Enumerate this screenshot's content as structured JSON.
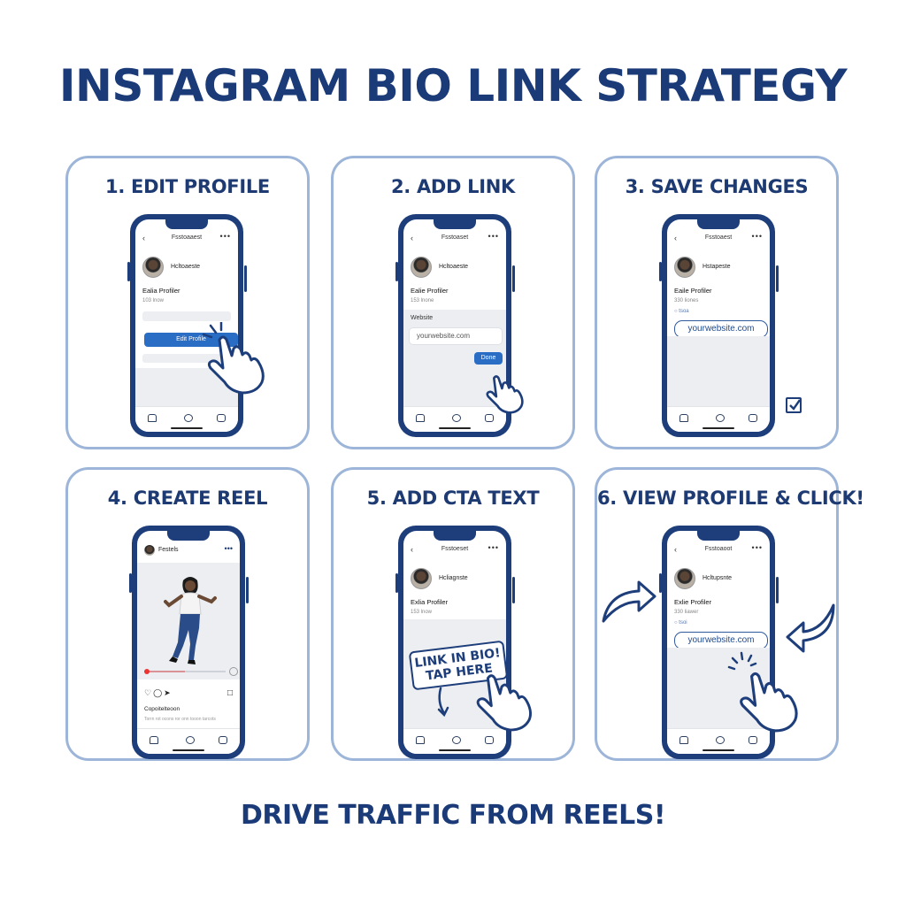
{
  "title": "INSTAGRAM BIO LINK STRATEGY",
  "footer": "DRIVE TRAFFIC FROM REELS!",
  "colors": {
    "accent": "#1d3e7a",
    "panel_border": "#9db5d8",
    "button_blue": "#2a6dc4"
  },
  "steps": [
    {
      "title": "1. EDIT PROFILE",
      "screen_title": "Fsstoaaest",
      "username": "Hcltoaeste",
      "profile_name": "Ealia Profiler",
      "profile_sub": "103 lnow",
      "button": "Edit Profile",
      "icons": [
        "back-icon",
        "more-icon",
        "pointing-hand-icon"
      ]
    },
    {
      "title": "2. ADD LINK",
      "screen_title": "Fsstoaset",
      "username": "Hcltoaeste",
      "profile_name": "Ealie Profiler",
      "profile_sub": "153 lnone",
      "field_label": "Website",
      "field_value": "yourwebsite.com",
      "button": "Done",
      "icons": [
        "back-icon",
        "more-icon",
        "pointing-hand-icon"
      ]
    },
    {
      "title": "3. SAVE CHANGES",
      "screen_title": "Fsstoaest",
      "username": "Hstapeste",
      "profile_name": "Eaile Profiler",
      "profile_sub": "330 liones",
      "small_link": "tsoa",
      "link": "yourwebsite.com",
      "icons": [
        "back-icon",
        "more-icon",
        "checkbox-icon"
      ]
    },
    {
      "title": "4. CREATE REEL",
      "screen_title": "Festels",
      "caption": "Copoitelteoon",
      "caption_sub": "Torrn rot ocons ror onn tooon tarcots",
      "icons": [
        "heart-icon",
        "comment-icon",
        "share-icon",
        "bookmark-icon",
        "more-icon"
      ]
    },
    {
      "title": "5. ADD CTA TEXT",
      "screen_title": "Fsstoeset",
      "username": "Hcliagnste",
      "profile_name": "Exlia Profiler",
      "profile_sub": "153 lnow",
      "cta_line1": "LINK IN BIO!",
      "cta_line2": "TAP HERE",
      "icons": [
        "back-icon",
        "more-icon",
        "arrow-icon",
        "pointing-hand-icon"
      ]
    },
    {
      "title": "6. VIEW PROFILE & CLICK!",
      "screen_title": "Fsstoaoot",
      "username": "Hcltupsnte",
      "profile_name": "Exlie Profiler",
      "profile_sub": "330 liawer",
      "small_link": "tsoi",
      "link": "yourwebsite.com",
      "icons": [
        "back-icon",
        "more-icon",
        "curved-arrow-icon",
        "pointing-hand-icon"
      ]
    }
  ]
}
